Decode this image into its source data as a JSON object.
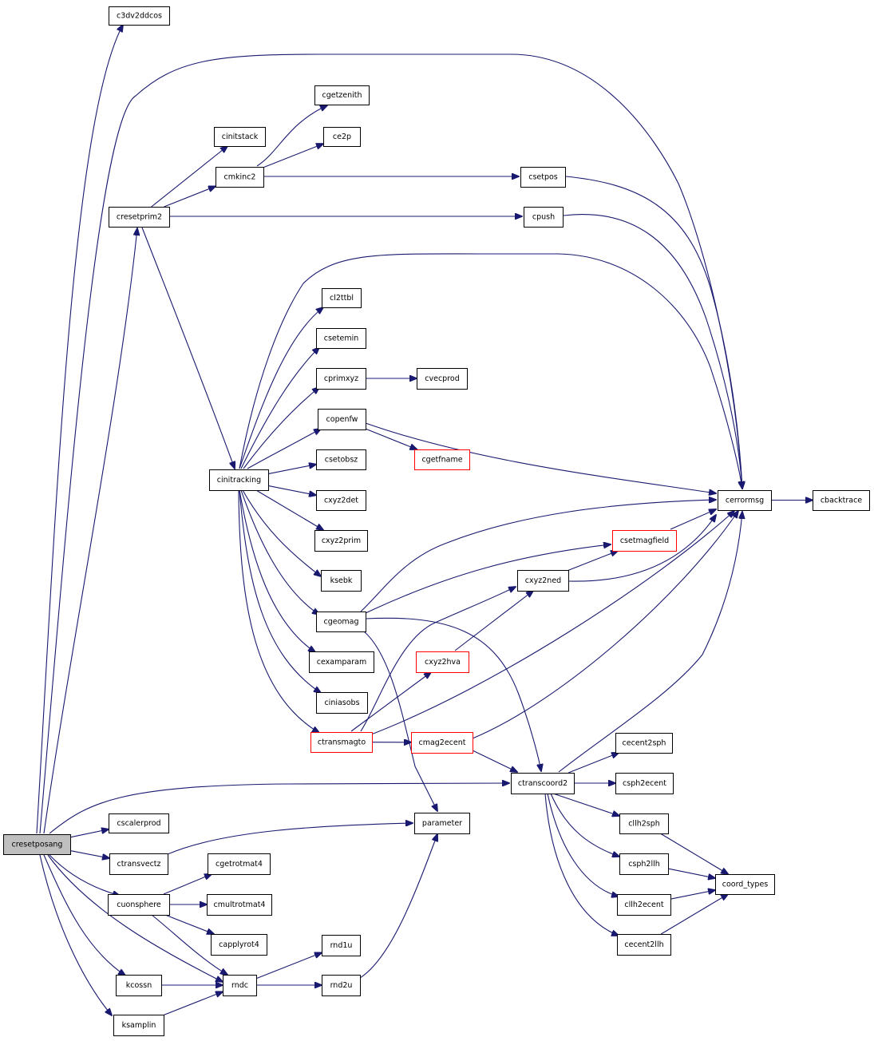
{
  "nodes": [
    {
      "id": "c3dv2ddcos",
      "label": "c3dv2ddcos"
    },
    {
      "id": "cresetposang",
      "label": "cresetposang",
      "root": true
    },
    {
      "id": "cresetprim2",
      "label": "cresetprim2"
    },
    {
      "id": "cinitstack",
      "label": "cinitstack"
    },
    {
      "id": "cmkinc2",
      "label": "cmkinc2"
    },
    {
      "id": "cgetzenith",
      "label": "cgetzenith"
    },
    {
      "id": "ce2p",
      "label": "ce2p"
    },
    {
      "id": "csetpos",
      "label": "csetpos"
    },
    {
      "id": "cpush",
      "label": "cpush"
    },
    {
      "id": "cinitracking",
      "label": "cinitracking"
    },
    {
      "id": "cl2tbl",
      "label": "cl2ttbl"
    },
    {
      "id": "csetemin",
      "label": "csetemin"
    },
    {
      "id": "cprimxyz",
      "label": "cprimxyz"
    },
    {
      "id": "cvecprod",
      "label": "cvecprod"
    },
    {
      "id": "copenfw",
      "label": "copenfw"
    },
    {
      "id": "cgetfname",
      "label": "cgetfname",
      "truncated": true
    },
    {
      "id": "csetobsz",
      "label": "csetobsz"
    },
    {
      "id": "cxyz2det",
      "label": "cxyz2det"
    },
    {
      "id": "cxyz2prim",
      "label": "cxyz2prim"
    },
    {
      "id": "ksebk",
      "label": "ksebk"
    },
    {
      "id": "cgeomag",
      "label": "cgeomag"
    },
    {
      "id": "cexamparam",
      "label": "cexamparam"
    },
    {
      "id": "ciniasobs",
      "label": "ciniasobs"
    },
    {
      "id": "ctransmagto",
      "label": "ctransmagto",
      "truncated": true
    },
    {
      "id": "cerrormsg",
      "label": "cerrormsg"
    },
    {
      "id": "cbacktrace",
      "label": "cbacktrace"
    },
    {
      "id": "csetmagfield",
      "label": "csetmagfield",
      "truncated": true
    },
    {
      "id": "cxyz2ned",
      "label": "cxyz2ned"
    },
    {
      "id": "cxyz2hva",
      "label": "cxyz2hva",
      "truncated": true
    },
    {
      "id": "cmag2ecent",
      "label": "cmag2ecent",
      "truncated": true
    },
    {
      "id": "ctranscoord2",
      "label": "ctranscoord2"
    },
    {
      "id": "cecent2sph",
      "label": "cecent2sph"
    },
    {
      "id": "csph2ecent",
      "label": "csph2ecent"
    },
    {
      "id": "cllh2sph",
      "label": "cllh2sph"
    },
    {
      "id": "csph2llh",
      "label": "csph2llh"
    },
    {
      "id": "cllh2ecent",
      "label": "cllh2ecent"
    },
    {
      "id": "cecent2llh",
      "label": "cecent2llh"
    },
    {
      "id": "coord_types",
      "label": "coord_types"
    },
    {
      "id": "parameter",
      "label": "parameter"
    },
    {
      "id": "cscalerprod",
      "label": "cscalerprod"
    },
    {
      "id": "ctransvectz",
      "label": "ctransvectz"
    },
    {
      "id": "cuonsphere",
      "label": "cuonsphere"
    },
    {
      "id": "cgetrotmat4",
      "label": "cgetrotmat4"
    },
    {
      "id": "cmultrotmat4",
      "label": "cmultrotmat4"
    },
    {
      "id": "capplyrot4",
      "label": "capplyrot4"
    },
    {
      "id": "kcossn",
      "label": "kcossn"
    },
    {
      "id": "ksamplin",
      "label": "ksamplin"
    },
    {
      "id": "rndc",
      "label": "rndc"
    },
    {
      "id": "rnd1u",
      "label": "rnd1u"
    },
    {
      "id": "rnd2u",
      "label": "rnd2u"
    }
  ],
  "edges": [
    [
      "cresetposang",
      "c3dv2ddcos"
    ],
    [
      "cresetposang",
      "cerrormsg"
    ],
    [
      "cresetposang",
      "cresetprim2"
    ],
    [
      "cresetposang",
      "ctranscoord2"
    ],
    [
      "cresetposang",
      "cscalerprod"
    ],
    [
      "cresetposang",
      "ctransvectz"
    ],
    [
      "cresetposang",
      "cuonsphere"
    ],
    [
      "cresetposang",
      "kcossn"
    ],
    [
      "cresetposang",
      "ksamplin"
    ],
    [
      "cresetposang",
      "rndc"
    ],
    [
      "cresetprim2",
      "cinitstack"
    ],
    [
      "cresetprim2",
      "cmkinc2"
    ],
    [
      "cresetprim2",
      "cpush"
    ],
    [
      "cresetprim2",
      "cinitracking"
    ],
    [
      "cmkinc2",
      "cgetzenith"
    ],
    [
      "cmkinc2",
      "ce2p"
    ],
    [
      "cmkinc2",
      "csetpos"
    ],
    [
      "csetpos",
      "cerrormsg"
    ],
    [
      "cpush",
      "cerrormsg"
    ],
    [
      "cinitracking",
      "cerrormsg"
    ],
    [
      "cinitracking",
      "cl2tbl"
    ],
    [
      "cinitracking",
      "csetemin"
    ],
    [
      "cinitracking",
      "cprimxyz"
    ],
    [
      "cinitracking",
      "copenfw"
    ],
    [
      "cinitracking",
      "csetobsz"
    ],
    [
      "cinitracking",
      "cxyz2det"
    ],
    [
      "cinitracking",
      "cxyz2prim"
    ],
    [
      "cinitracking",
      "ksebk"
    ],
    [
      "cinitracking",
      "cgeomag"
    ],
    [
      "cinitracking",
      "cexamparam"
    ],
    [
      "cinitracking",
      "ciniasobs"
    ],
    [
      "cinitracking",
      "ctransmagto"
    ],
    [
      "cprimxyz",
      "cvecprod"
    ],
    [
      "copenfw",
      "cgetfname"
    ],
    [
      "copenfw",
      "cerrormsg"
    ],
    [
      "cgeomag",
      "cerrormsg"
    ],
    [
      "cgeomag",
      "csetmagfield"
    ],
    [
      "cgeomag",
      "ctranscoord2"
    ],
    [
      "cgeomag",
      "parameter"
    ],
    [
      "csetmagfield",
      "cerrormsg"
    ],
    [
      "cxyz2ned",
      "csetmagfield"
    ],
    [
      "cxyz2ned",
      "cerrormsg"
    ],
    [
      "ctransmagto",
      "cxyz2ned"
    ],
    [
      "ctransmagto",
      "cxyz2hva"
    ],
    [
      "ctransmagto",
      "cmag2ecent"
    ],
    [
      "ctransmagto",
      "cerrormsg"
    ],
    [
      "cxyz2hva",
      "cxyz2ned"
    ],
    [
      "cmag2ecent",
      "cerrormsg"
    ],
    [
      "cmag2ecent",
      "ctranscoord2"
    ],
    [
      "ctranscoord2",
      "cerrormsg"
    ],
    [
      "ctranscoord2",
      "cecent2sph"
    ],
    [
      "ctranscoord2",
      "csph2ecent"
    ],
    [
      "ctranscoord2",
      "cllh2sph"
    ],
    [
      "ctranscoord2",
      "csph2llh"
    ],
    [
      "ctranscoord2",
      "cllh2ecent"
    ],
    [
      "ctranscoord2",
      "cecent2llh"
    ],
    [
      "cllh2sph",
      "coord_types"
    ],
    [
      "csph2llh",
      "coord_types"
    ],
    [
      "cllh2ecent",
      "coord_types"
    ],
    [
      "cecent2llh",
      "coord_types"
    ],
    [
      "cerrormsg",
      "cbacktrace"
    ],
    [
      "ctransvectz",
      "parameter"
    ],
    [
      "cuonsphere",
      "cgetrotmat4"
    ],
    [
      "cuonsphere",
      "cmultrotmat4"
    ],
    [
      "cuonsphere",
      "capplyrot4"
    ],
    [
      "cuonsphere",
      "rndc"
    ],
    [
      "kcossn",
      "rndc"
    ],
    [
      "ksamplin",
      "rndc"
    ],
    [
      "rndc",
      "rnd1u"
    ],
    [
      "rndc",
      "rnd2u"
    ],
    [
      "rnd2u",
      "parameter"
    ]
  ]
}
